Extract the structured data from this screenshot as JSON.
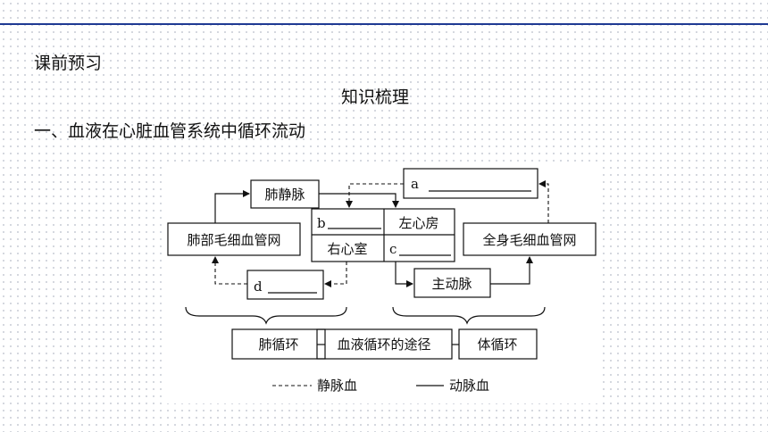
{
  "page": {
    "section_label": "课前预习",
    "subtitle": "知识梳理",
    "heading": "一、血液在心脏血管系统中循环流动"
  },
  "diagram": {
    "a_label": "a",
    "b_label": "b",
    "c_label": "c",
    "d_label": "d",
    "pulmonary_vein": "肺静脉",
    "lung_capillaries": "肺部毛细血管网",
    "left_atrium": "左心房",
    "right_ventricle": "右心室",
    "body_capillaries": "全身毛细血管网",
    "aorta": "主动脉",
    "pulmonary_circulation": "肺循环",
    "blood_circulation_path": "血液循环的途径",
    "systemic_circulation": "体循环",
    "legend_venous": "静脉血",
    "legend_arterial": "动脉血"
  }
}
